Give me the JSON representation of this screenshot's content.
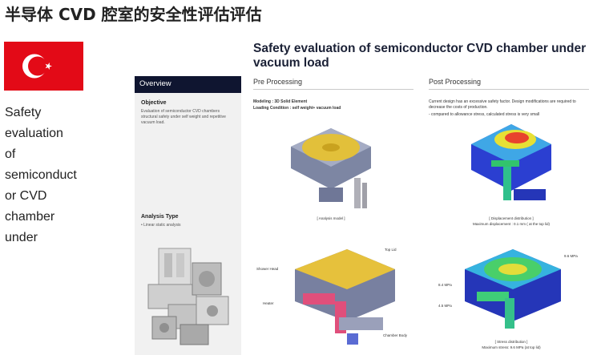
{
  "header": {
    "title": "半导体 CVD 腔室的安全性评估评估"
  },
  "sidebar": {
    "flag_icon": "turkey-flag-icon",
    "flag_colors": {
      "red": "#e30a17",
      "white": "#ffffff"
    },
    "lines": [
      "Safety",
      "evaluation",
      "of",
      "semiconduct",
      "or CVD",
      "chamber",
      "under"
    ]
  },
  "slide": {
    "title": "Safety evaluation of semiconductor CVD chamber under vacuum load",
    "overview": {
      "label": "Overview",
      "objective_heading": "Objective",
      "objective_text": "Evaluation of semiconductor CVD chambers structural safety under self weight and repetitive vacuum load.",
      "analysis_type_heading": "Analysis Type",
      "analysis_type_text": "• Linear static analysis"
    },
    "pre": {
      "heading": "Pre Processing",
      "modeling": "Modeling : 3D Solid Element",
      "loading": "Loading Condition : self weight+ vacuum load",
      "analysis_model_caption": "[ Analysis model ]",
      "labels": {
        "top_lid": "Top Lid",
        "shower_head": "Shower Head",
        "heater": "Heater",
        "chamber_body": "Chamber Body"
      }
    },
    "post": {
      "heading": "Post Processing",
      "note1": "Current design has an excessive safety factor. Design modifications are required to decrease the costs of production.",
      "note2": "- compared to allowance stress, calculated stress is very small",
      "displacement_caption": "[ Displacement distribution ]",
      "displacement_value": "Maximum displacement : 0.1 mm ( at the top lid)",
      "stress_caption": "[ Stress distribution ]",
      "stress_value": "Maximum stress: 9.6 MPa (at top lid)",
      "stress_labels": [
        "9.6 MPa",
        "8.4 MPa",
        "4.5 MPa"
      ]
    }
  }
}
